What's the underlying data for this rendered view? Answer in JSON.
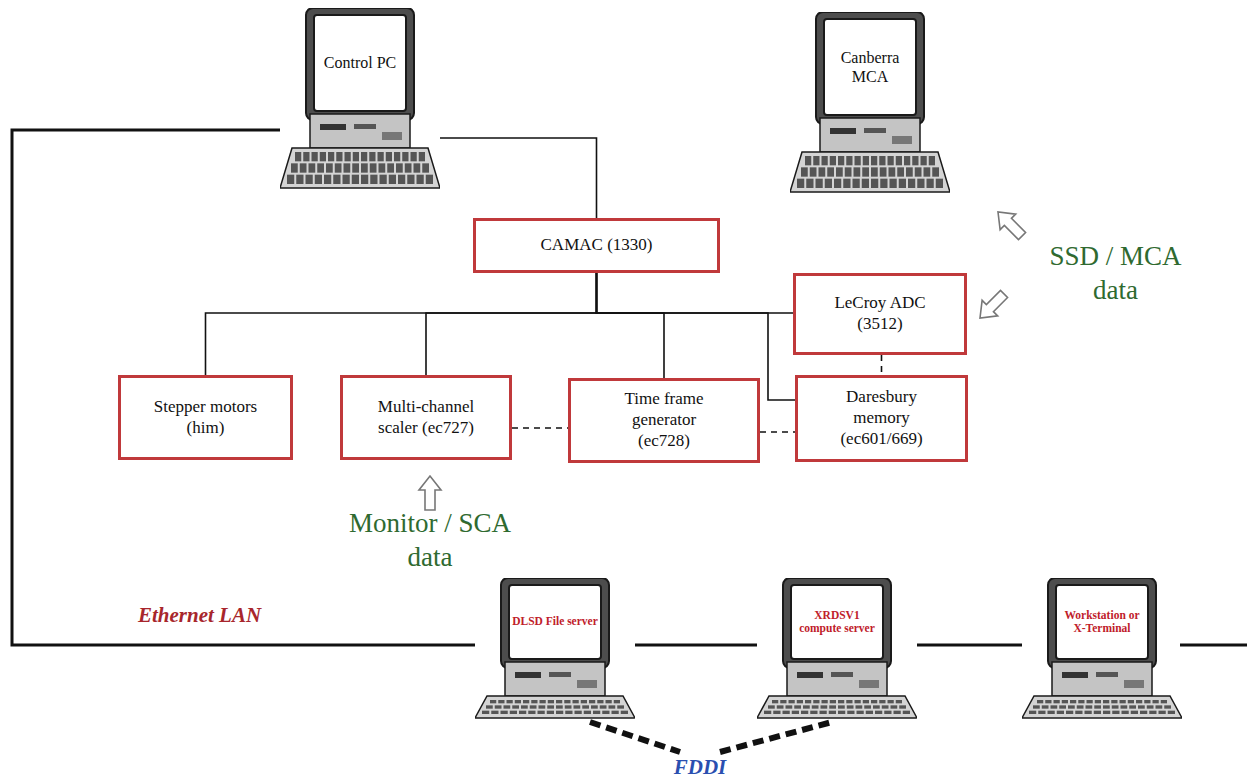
{
  "diagram": {
    "nodes": [
      {
        "text": [
          "Control PC"
        ]
      },
      {
        "text": [
          "Canberra MCA"
        ]
      },
      {
        "text": [
          "CAMAC (1330)"
        ]
      },
      {
        "text": [
          "LeCroy ADC (3512)"
        ]
      },
      {
        "text": [
          "Stepper motors (him)"
        ]
      },
      {
        "text": [
          "Multi-channel scaler (ec727)"
        ]
      },
      {
        "text": [
          "Time frame generator (ec728)"
        ]
      },
      {
        "text": [
          "Daresbury memory (ec601/669)"
        ]
      },
      {
        "text": [
          "DLSD File server"
        ]
      },
      {
        "text": [
          "XRDSV1 compute server"
        ]
      },
      {
        "text": [
          "Workstation or X-Terminal"
        ]
      }
    ],
    "edges": [
      {
        "from": 0,
        "to": 2,
        "arrow": "none"
      },
      {
        "from": 2,
        "to": 4,
        "arrow": "none"
      },
      {
        "from": 2,
        "to": 5,
        "arrow": "none"
      },
      {
        "from": 2,
        "to": 6,
        "arrow": "none"
      },
      {
        "from": 2,
        "to": 3,
        "arrow": "none"
      },
      {
        "from": 2,
        "to": 7,
        "arrow": "none"
      },
      {
        "from": 3,
        "to": 7,
        "arrow": "none"
      },
      {
        "from": 5,
        "to": 6,
        "arrow": "none"
      },
      {
        "from": 6,
        "to": 7,
        "arrow": "none"
      },
      {
        "from": 0,
        "to": 8,
        "arrow": "none"
      },
      {
        "from": 8,
        "to": 9,
        "arrow": "none"
      },
      {
        "from": 9,
        "to": 10,
        "arrow": "none"
      },
      {
        "from": 8,
        "to": 9,
        "label": "FDDI",
        "arrow": "none"
      }
    ],
    "labels": [
      "SSD / MCA data",
      "Monitor / SCA data",
      "Ethernet LAN"
    ]
  }
}
